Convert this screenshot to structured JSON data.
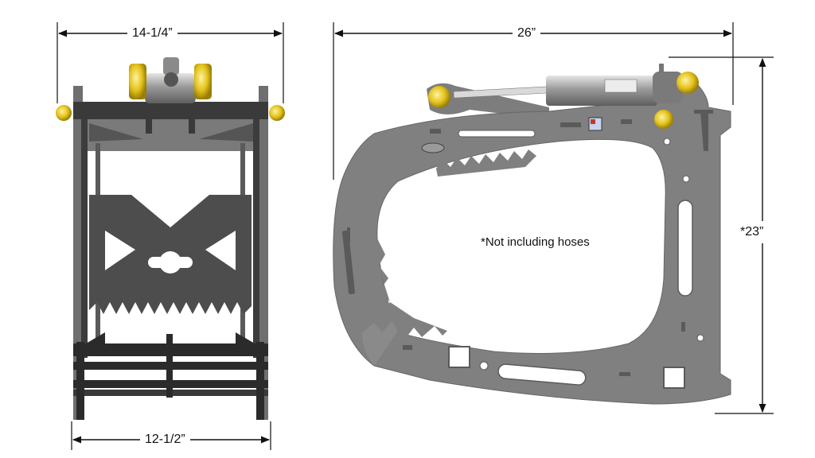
{
  "dimensions": {
    "front_top_width": "14-1/4”",
    "front_bottom_width": "12-1/2”",
    "side_width": "26”",
    "side_height": "*23”"
  },
  "note": "*Not including hoses",
  "colors": {
    "steel_gray": "#808080",
    "steel_dark": "#4a4a4a",
    "frame_black": "#2b2b2b",
    "hydraulic_yellow": "#e3c21a",
    "cylinder_silver": "#b9b9b9",
    "dimension_line": "#111111",
    "background": "#ffffff"
  },
  "views": [
    "front-view",
    "side-view"
  ]
}
